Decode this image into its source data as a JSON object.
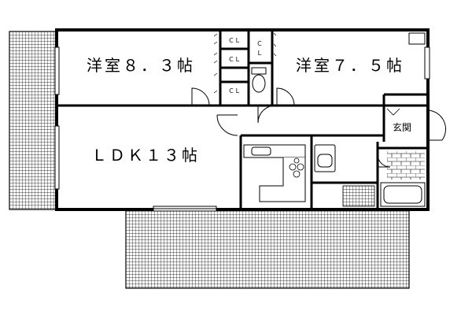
{
  "rooms": {
    "western_room_1": "洋室８．３帖",
    "western_room_2": "洋室７．５帖",
    "ldk": "ＬＤＫ１３帖",
    "entrance": "玄関"
  },
  "closets": {
    "cl_1": "ＣＬ",
    "cl_2": "ＣＬ",
    "cl_3": "ＣＬ",
    "cl_4_line1": "Ｃ",
    "cl_4_line2": "Ｌ"
  },
  "colors": {
    "wall": "#000000",
    "background": "#ffffff",
    "hatch": "#000000"
  }
}
